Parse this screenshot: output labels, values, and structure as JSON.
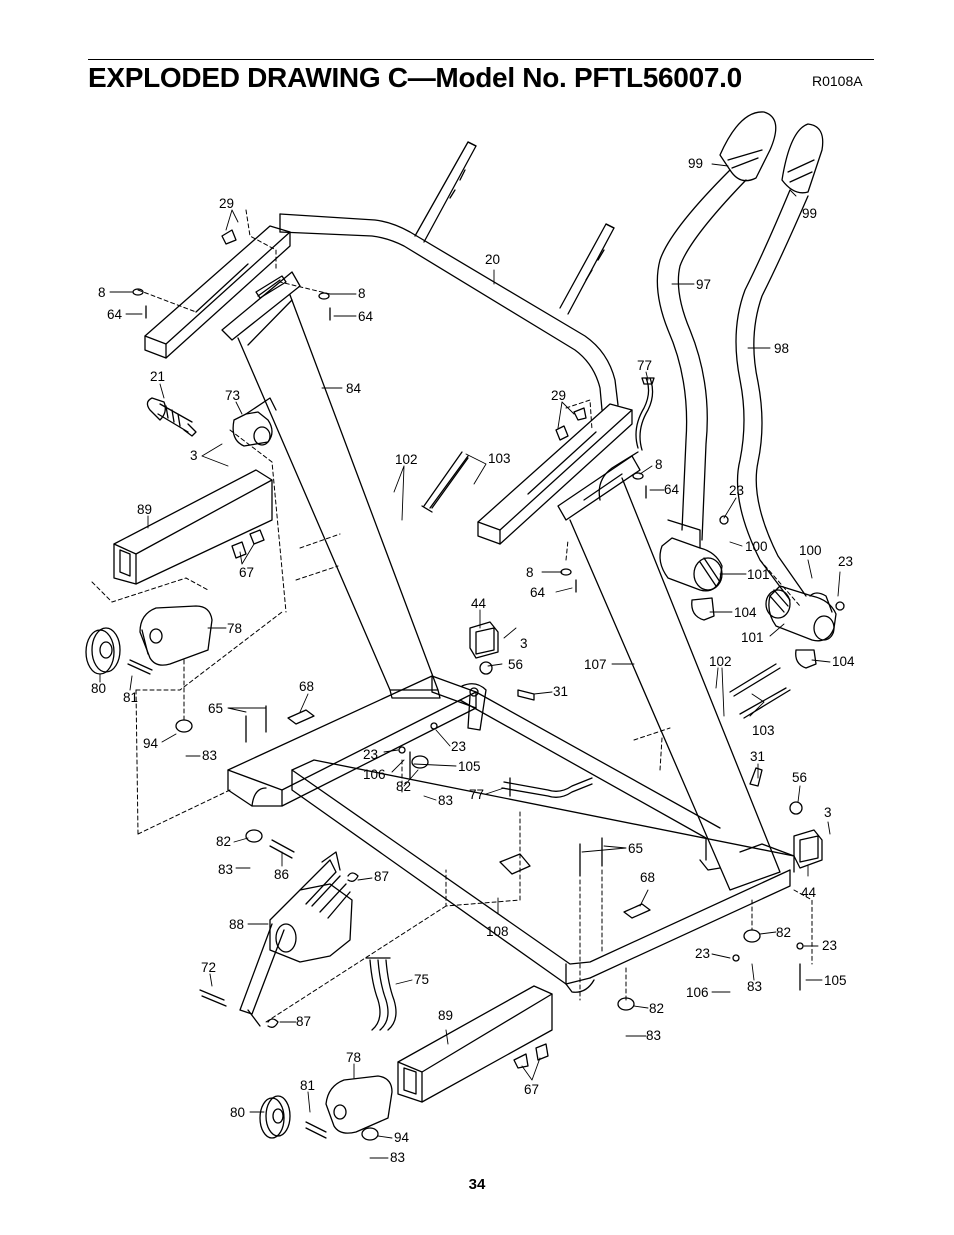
{
  "header": {
    "title": "EXPLODED DRAWING C—Model No. PFTL56007.0",
    "code": "R0108A"
  },
  "footer": {
    "page_number": "34"
  },
  "callouts": [
    "99",
    "99",
    "97",
    "98",
    "29",
    "20",
    "8",
    "64",
    "8",
    "64",
    "21",
    "73",
    "84",
    "3",
    "77",
    "29",
    "8",
    "64",
    "102",
    "103",
    "23",
    "100",
    "100",
    "23",
    "89",
    "101",
    "67",
    "104",
    "101",
    "8",
    "64",
    "44",
    "3",
    "78",
    "56",
    "104",
    "102",
    "80",
    "81",
    "68",
    "31",
    "107",
    "65",
    "94",
    "83",
    "23",
    "23",
    "106",
    "105",
    "103",
    "82",
    "83",
    "77",
    "31",
    "56",
    "3",
    "82",
    "65",
    "86",
    "87",
    "83",
    "68",
    "88",
    "44",
    "82",
    "23",
    "108",
    "72",
    "23",
    "75",
    "106",
    "83",
    "105",
    "89",
    "87",
    "82",
    "83",
    "78",
    "81",
    "80",
    "94",
    "83",
    "67"
  ]
}
